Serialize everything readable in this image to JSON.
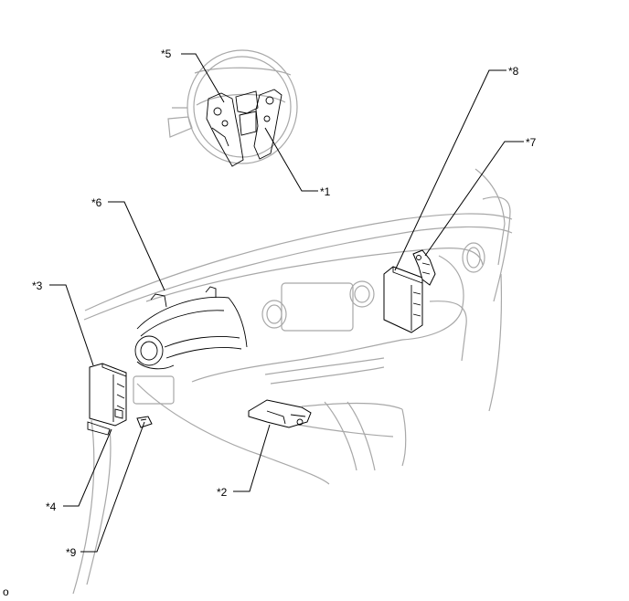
{
  "callouts": {
    "c1": "*1",
    "c2": "*2",
    "c3": "*3",
    "c4": "*4",
    "c5": "*5",
    "c6": "*6",
    "c7": "*7",
    "c8": "*8",
    "c9": "*9"
  },
  "corner_mark": "o"
}
